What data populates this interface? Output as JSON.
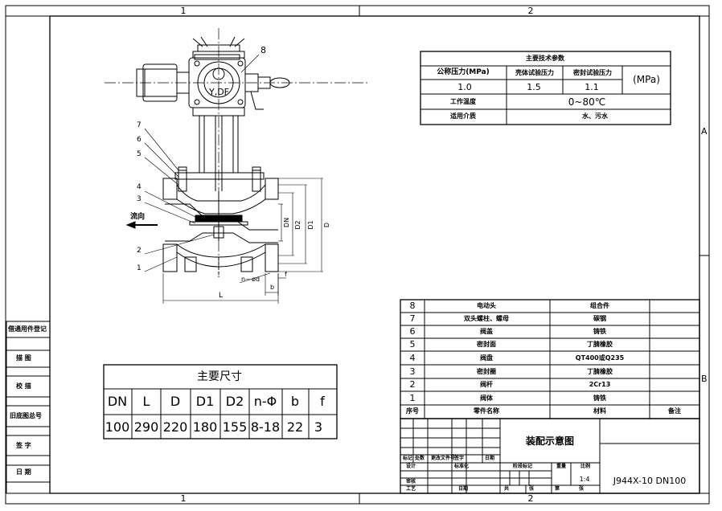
{
  "sheet": {
    "zone_top_1": "1",
    "zone_top_2": "2",
    "zone_bottom_1": "1",
    "zone_bottom_2": "2",
    "zone_right_a": "A",
    "zone_right_b": "B"
  },
  "side_strip": [
    "借通用件登记",
    "描 图",
    "校 描",
    "旧底图总号",
    "签 字",
    "日 期"
  ],
  "drawing": {
    "actuator_label": "Y,DF",
    "flow_label": "流向",
    "callouts": [
      "1",
      "2",
      "3",
      "4",
      "5",
      "6",
      "7",
      "8"
    ],
    "dims": {
      "DN": "DN",
      "D2": "D2",
      "D1": "D1",
      "D": "D",
      "L": "L",
      "b": "b",
      "f": "f",
      "bolt": "n—ød"
    }
  },
  "tech_table": {
    "title": "主要技术参数",
    "col1": "公称压力(MPa)",
    "col2": "壳体试验压力",
    "col3": "密封试验压力",
    "unit": "(MPa)",
    "v1": "1.0",
    "v2": "1.5",
    "v3": "1.1",
    "row_temp_label": "工作温度",
    "row_temp_value": "0~80℃",
    "row_medium_label": "适用介质",
    "row_medium_value": "水、污水"
  },
  "dims_table": {
    "title": "主要尺寸",
    "headers": [
      "DN",
      "L",
      "D",
      "D1",
      "D2",
      "n-Φ",
      "b",
      "f"
    ],
    "values": [
      "100",
      "290",
      "220",
      "180",
      "155",
      "8-18",
      "22",
      "3"
    ]
  },
  "parts_table": {
    "rows": [
      {
        "no": "8",
        "name": "电动头",
        "material": "组合件",
        "note": ""
      },
      {
        "no": "7",
        "name": "双头螺柱、螺母",
        "material": "碳钢",
        "note": ""
      },
      {
        "no": "6",
        "name": "阀盖",
        "material": "铸铁",
        "note": ""
      },
      {
        "no": "5",
        "name": "密封面",
        "material": "丁腈橡胶",
        "note": ""
      },
      {
        "no": "4",
        "name": "阀盘",
        "material": "QT400或Q235",
        "note": ""
      },
      {
        "no": "3",
        "name": "密封圈",
        "material": "丁腈橡胶",
        "note": ""
      },
      {
        "no": "2",
        "name": "阀杆",
        "material": "2Cr13",
        "note": ""
      },
      {
        "no": "1",
        "name": "阀体",
        "material": "铸铁",
        "note": ""
      }
    ],
    "header": {
      "no": "序号",
      "name": "零件名称",
      "material": "材料",
      "note": "备注"
    }
  },
  "title_block": {
    "drawing_title": "装配示意图",
    "drawing_no": "J944X-10 DN100",
    "scale": "1:4",
    "lbl_mark": "标记",
    "lbl_count": "处数",
    "lbl_docno": "更改文件号",
    "lbl_sign": "签字",
    "lbl_date": "日期",
    "lbl_design": "设计",
    "lbl_std": "标准化",
    "lbl_stage": "阶段标记",
    "lbl_weight": "重量",
    "lbl_ratio": "比例",
    "lbl_review": "审核",
    "lbl_process": "工艺",
    "lbl_date2": "日期",
    "lbl_total": "共",
    "lbl_sheet": "张",
    "lbl_no": "第",
    "lbl_sheet2": "张"
  }
}
